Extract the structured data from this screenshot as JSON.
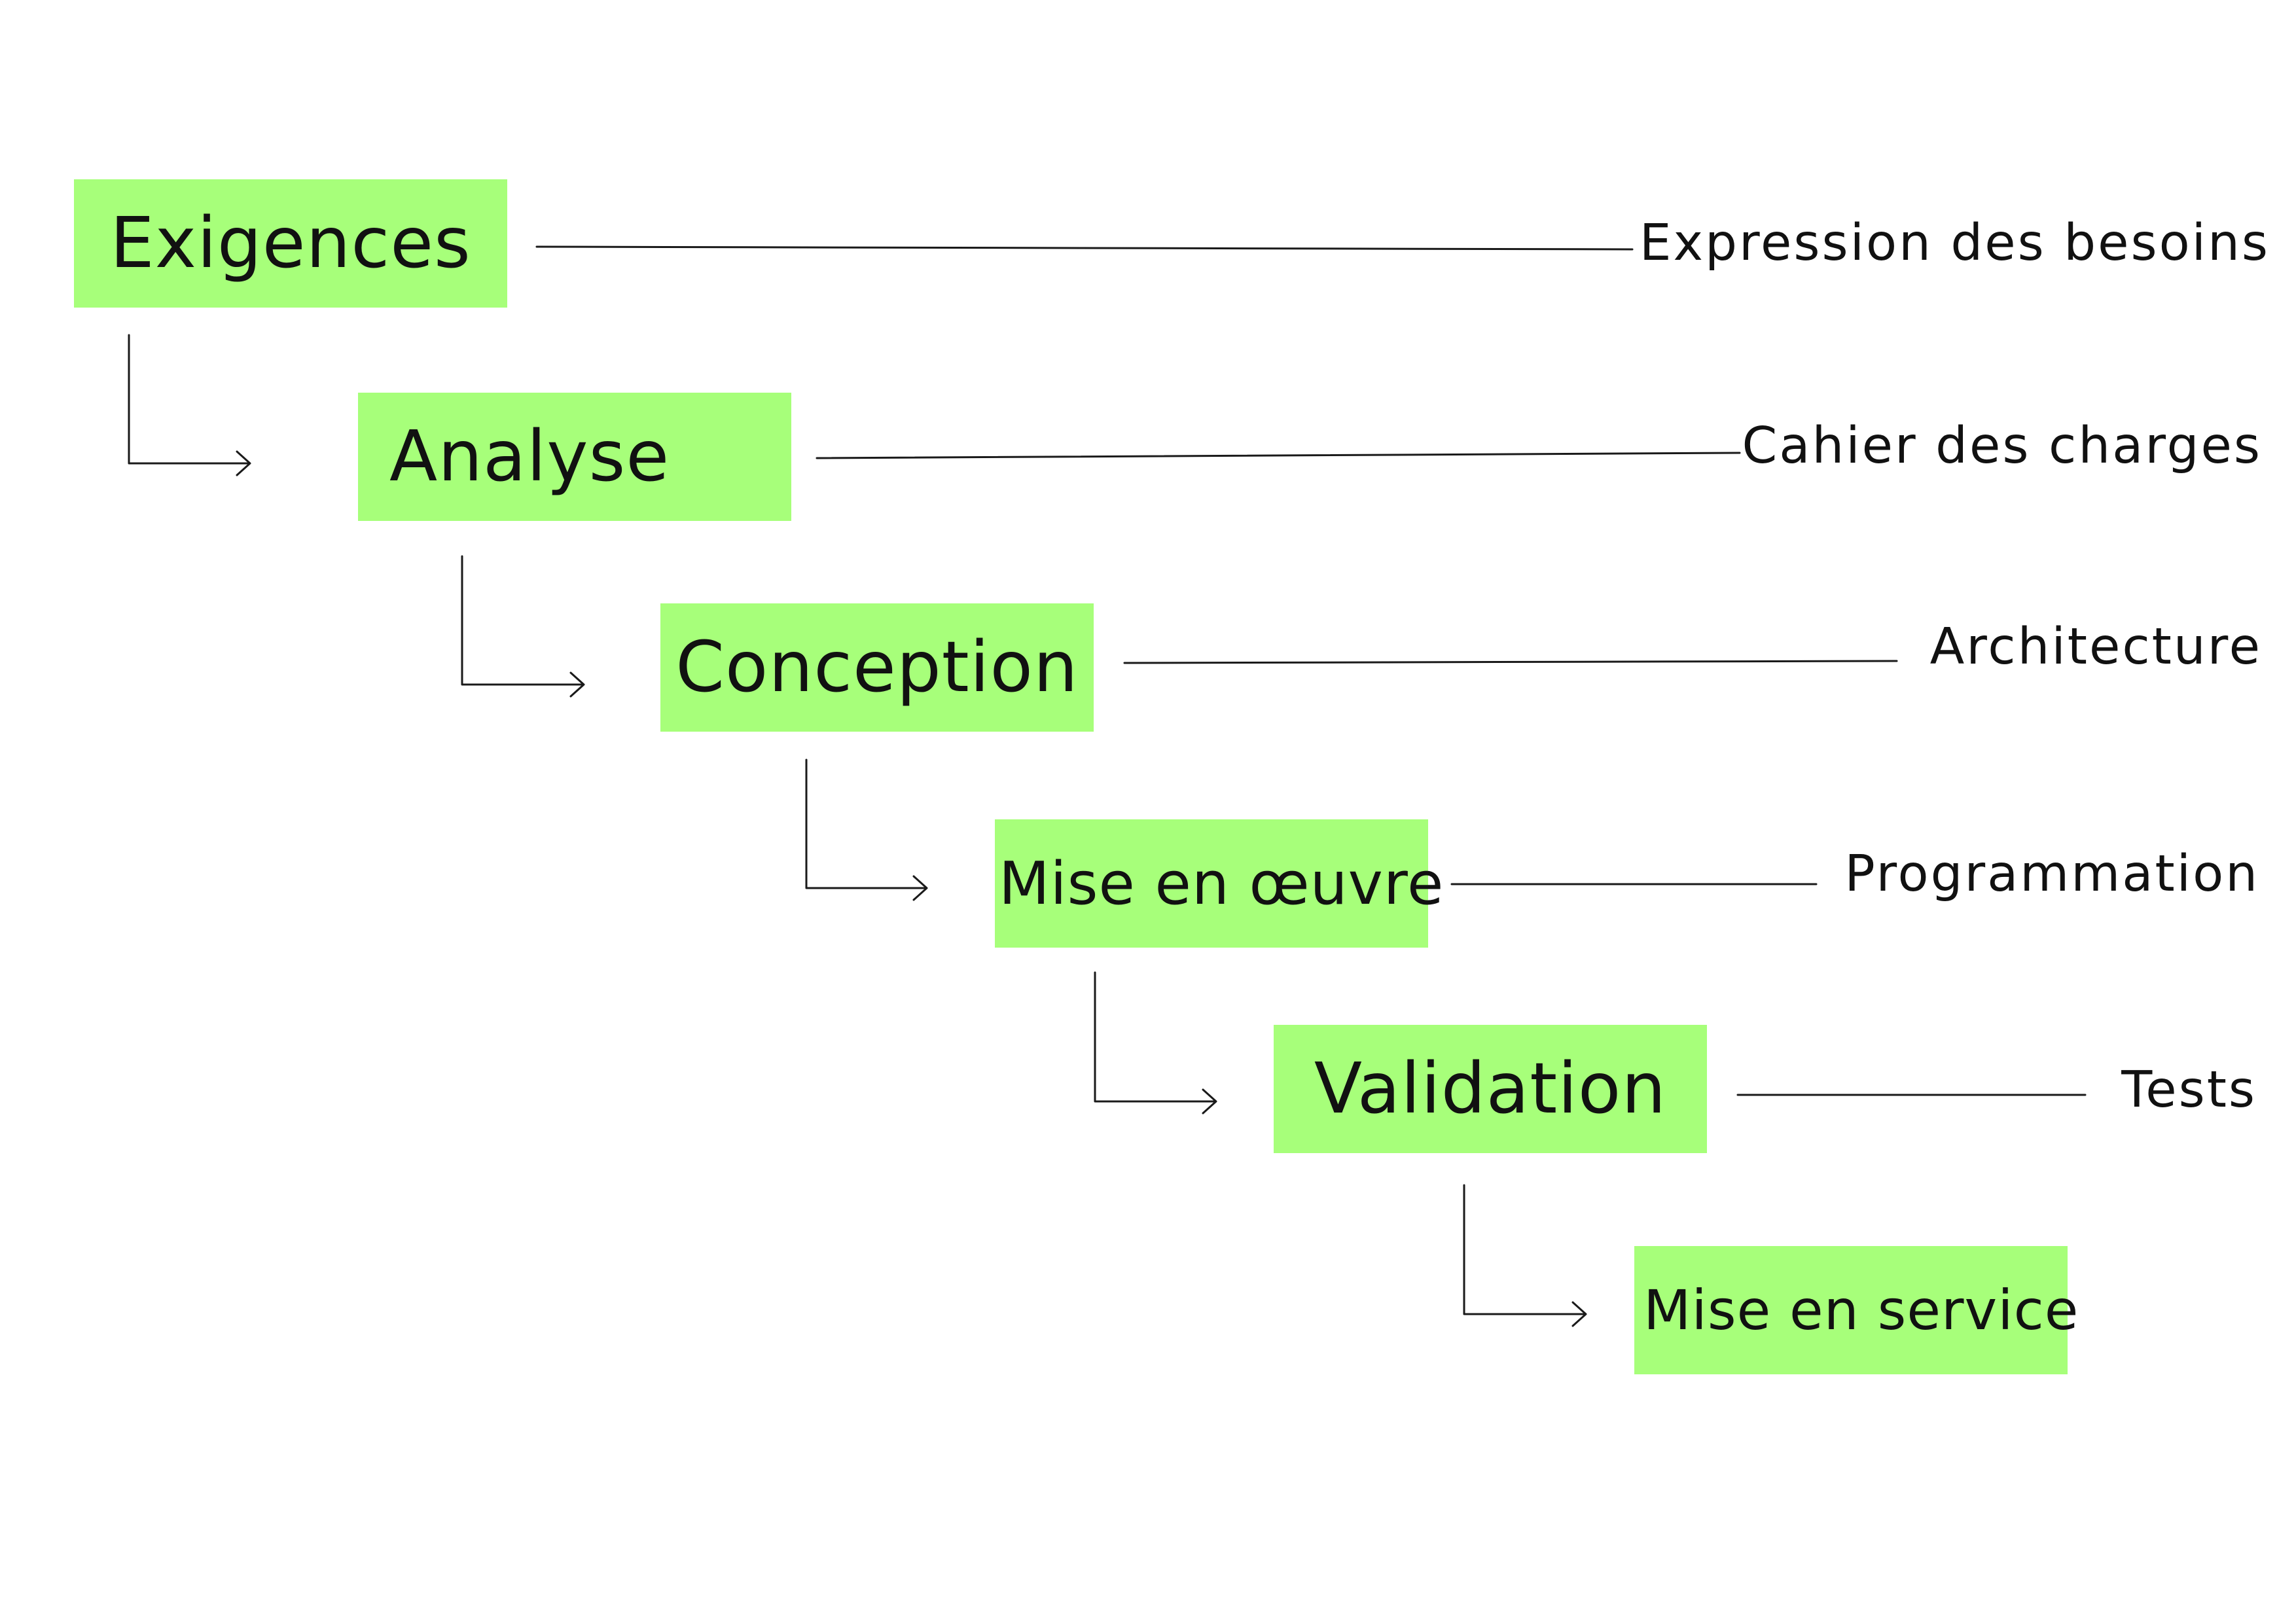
{
  "diagram": {
    "box_color": "#a7ff7a",
    "line_color": "#1a1a1a",
    "stages": [
      {
        "label": "Exigences",
        "deliverable": "Expression des besoins"
      },
      {
        "label": "Analyse",
        "deliverable": "Cahier des charges"
      },
      {
        "label": "Conception",
        "deliverable": "Architecture"
      },
      {
        "label": "Mise en œuvre",
        "deliverable": "Programmation"
      },
      {
        "label": "Validation",
        "deliverable": "Tests"
      },
      {
        "label": "Mise en service",
        "deliverable": ""
      }
    ]
  }
}
